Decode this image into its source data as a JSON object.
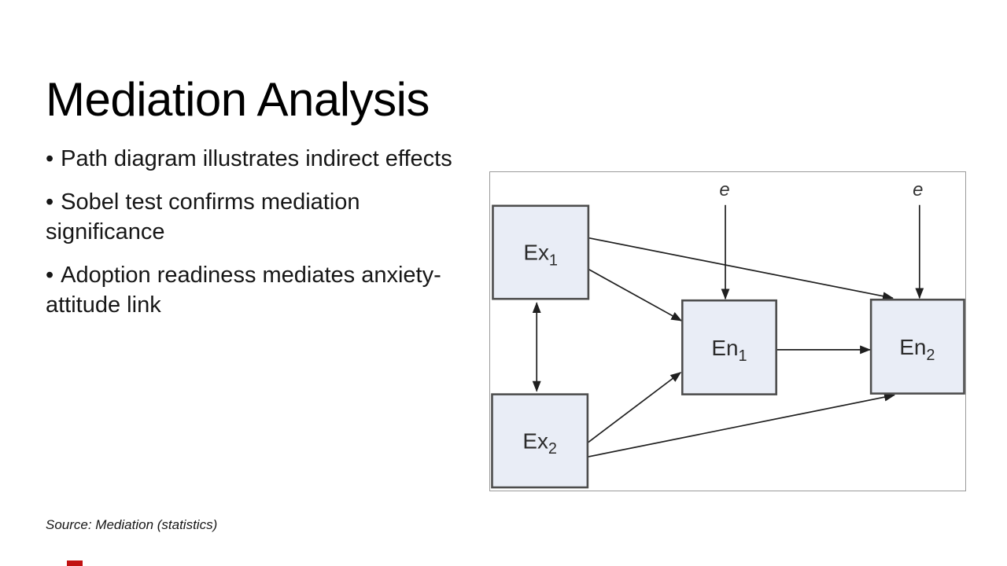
{
  "slide": {
    "title": "Mediation Analysis",
    "bullet_char": "•",
    "bullets": [
      "Path diagram illustrates indirect effects",
      "Sobel test confirms mediation significance",
      "Adoption readiness mediates anxiety-attitude link"
    ],
    "source": "Source: Mediation (statistics)",
    "accent_color": "#c11212"
  },
  "diagram": {
    "type": "mediation-path-diagram",
    "nodes": [
      {
        "label": "Ex",
        "sub": "1"
      },
      {
        "label": "Ex",
        "sub": "2"
      },
      {
        "label": "En",
        "sub": "1"
      },
      {
        "label": "En",
        "sub": "2"
      }
    ],
    "error_labels": [
      "e",
      "e"
    ],
    "edges": [
      "Ex1 <-> Ex2 (double-headed covariance arrow)",
      "Ex1 -> En1",
      "Ex1 -> En2",
      "Ex2 -> En1",
      "Ex2 -> En2",
      "En1 -> En2",
      "e -> En1",
      "e -> En2"
    ],
    "colors": {
      "box_fill": "#e9edf6",
      "box_border": "#4d4d4d",
      "line": "#1f1f1f",
      "frame_border": "#9a9a9a"
    }
  }
}
